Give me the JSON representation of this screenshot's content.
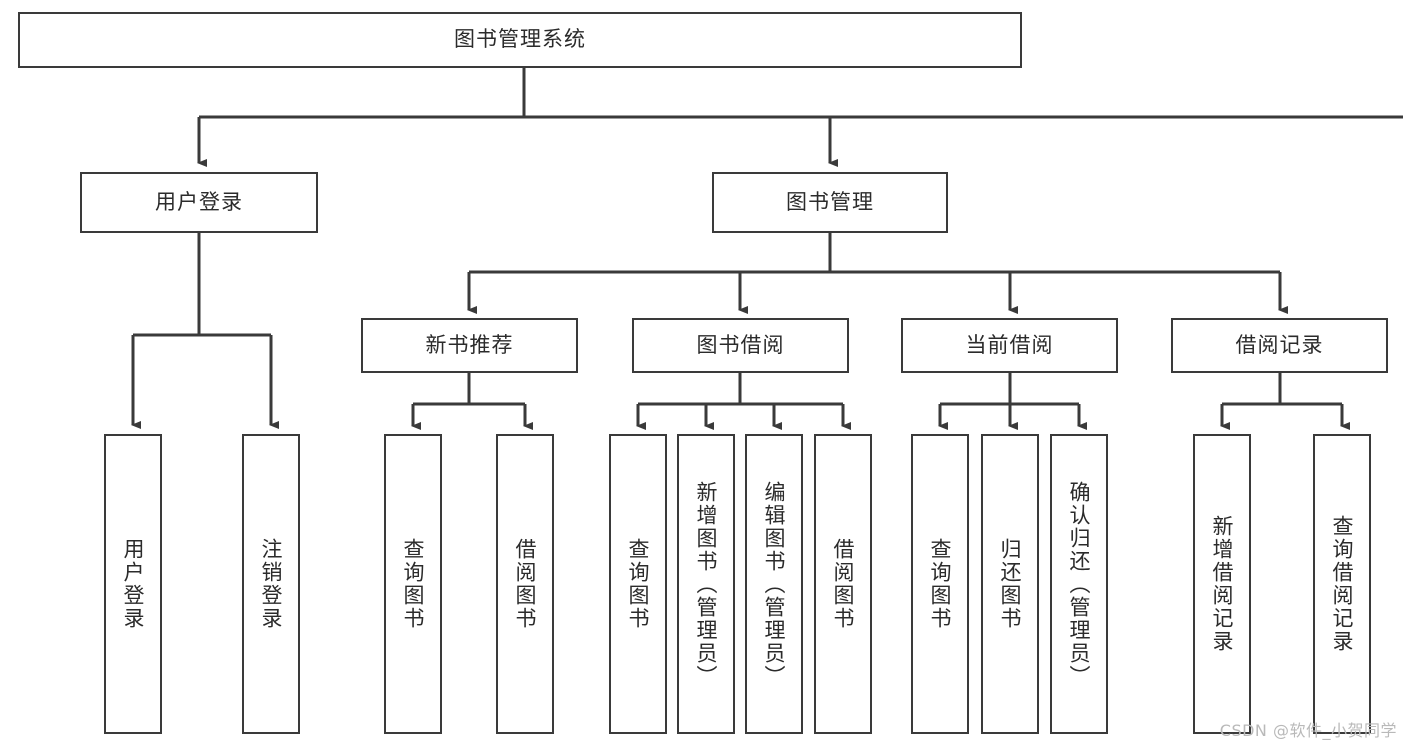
{
  "diagram": {
    "title": "图书管理系统",
    "type": "tree-hierarchy",
    "stroke_color": "#3a3a3a",
    "text_color": "#2b2b2b",
    "background_color": "#ffffff",
    "watermark": "CSDN @软件_小贺同学",
    "watermark_color": "#b9b9b9",
    "root": {
      "label": "图书管理系统"
    },
    "level2": [
      {
        "label": "用户登录"
      },
      {
        "label": "图书管理"
      }
    ],
    "level3": [
      {
        "label": "新书推荐"
      },
      {
        "label": "图书借阅"
      },
      {
        "label": "当前借阅"
      },
      {
        "label": "借阅记录"
      }
    ],
    "leaves": {
      "user_login": [
        {
          "label": "用户登录"
        },
        {
          "label": "注销登录"
        }
      ],
      "new_book_recommend": [
        {
          "label": "查询图书"
        },
        {
          "label": "借阅图书"
        }
      ],
      "book_borrow": [
        {
          "label": "查询图书"
        },
        {
          "label": "新增图书（管理员）"
        },
        {
          "label": "编辑图书（管理员）"
        },
        {
          "label": "借阅图书"
        }
      ],
      "current_borrow": [
        {
          "label": "查询图书"
        },
        {
          "label": "归还图书"
        },
        {
          "label": "确认归还（管理员）"
        }
      ],
      "borrow_record": [
        {
          "label": "新增借阅记录"
        },
        {
          "label": "查询借阅记录"
        }
      ]
    }
  }
}
